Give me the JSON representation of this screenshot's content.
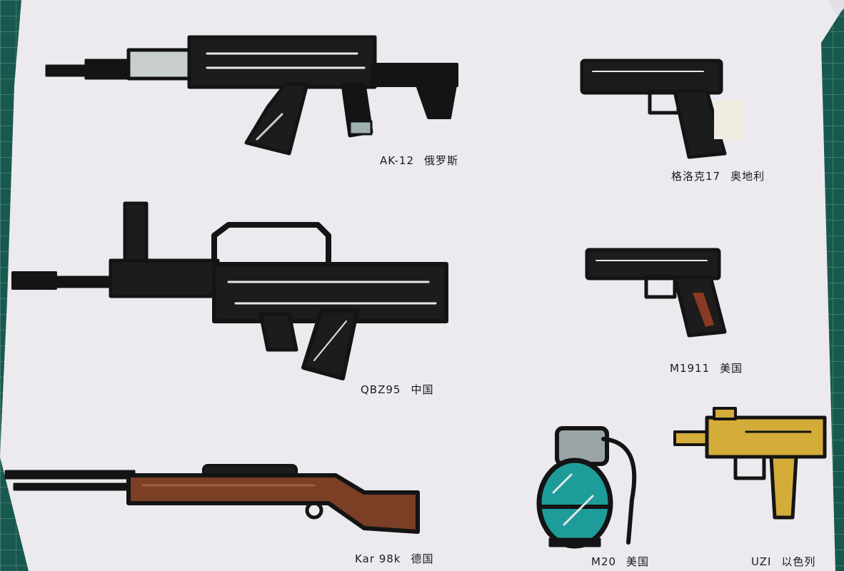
{
  "drawing": {
    "items": [
      {
        "id": "ak12",
        "name": "AK-12",
        "country": "俄罗斯"
      },
      {
        "id": "glock17",
        "name": "格洛克17",
        "country": "奥地利"
      },
      {
        "id": "qbz95",
        "name": "QBZ95",
        "country": "中国"
      },
      {
        "id": "m1911",
        "name": "M1911",
        "country": "美国"
      },
      {
        "id": "kar98k",
        "name": "Kar 98k",
        "country": "德国"
      },
      {
        "id": "m20",
        "name": "M20",
        "country": "美国"
      },
      {
        "id": "uzi",
        "name": "UZI",
        "country": "以色列"
      }
    ]
  },
  "colors": {
    "mat": "#17594f",
    "paper": "#eceaee",
    "ink": "#141414",
    "wood": "#7a3f24",
    "grenade": "#1d9c9a",
    "uzi": "#d4ac3a",
    "gray": "#b9c2c2"
  }
}
